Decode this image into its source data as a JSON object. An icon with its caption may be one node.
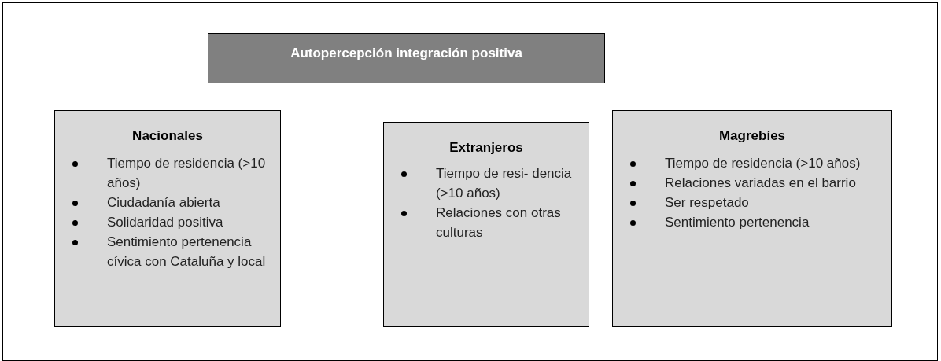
{
  "diagram": {
    "nodes": [
      {
        "text": [
          "Autopercepción integración positiva"
        ]
      },
      {
        "text": [
          "Nacionales",
          "Tiempo de residencia (>10 años)",
          "Ciudadanía abierta",
          "Solidaridad positiva",
          "Sentimiento pertenencia cívica con Cataluña y local"
        ]
      },
      {
        "text": [
          "Extranjeros",
          "Tiempo de resi- dencia (>10 años)",
          "Relaciones con otras culturas"
        ]
      },
      {
        "text": [
          "Magrebíes",
          "Tiempo de residencia (>10 años)",
          "Relaciones variadas en el barrio",
          "Ser respetado",
          "Sentimiento pertenencia"
        ]
      }
    ],
    "edges": []
  }
}
